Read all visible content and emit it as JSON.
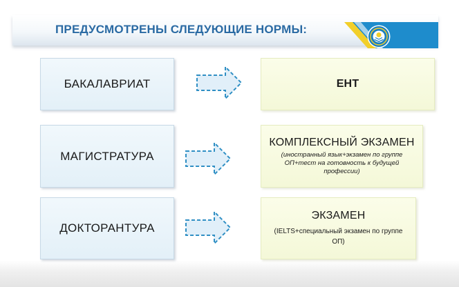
{
  "header": {
    "title": "ПРЕДУСМОТРЕНЫ СЛЕДУЮЩИЕ НОРМЫ:",
    "logo_icon": "university-emblem-icon"
  },
  "rows": [
    {
      "level": "БАКАЛАВРИАТ",
      "requirement_title": "ЕНТ",
      "requirement_note": ""
    },
    {
      "level": "МАГИСТРАТУРА",
      "requirement_title": "КОМПЛЕКСНЫЙ ЭКЗАМЕН",
      "requirement_note": "(иностранный язык+экзамен по группе ОП+тест на готовность к будущей профессии)"
    },
    {
      "level": "ДОКТОРАНТУРА",
      "requirement_title": "ЭКЗАМЕН",
      "requirement_note": "(IELTS+специальный экзамен по группе ОП)"
    }
  ],
  "colors": {
    "title": "#2a6aa3",
    "level_box": "#e3f0f8",
    "result_box": "#f4f8d8",
    "arrow_stroke": "#2f8fc4",
    "arrow_fill": "#e1eff9",
    "accent_blue": "#1e8ccc",
    "accent_yellow": "#f2cf2a"
  }
}
